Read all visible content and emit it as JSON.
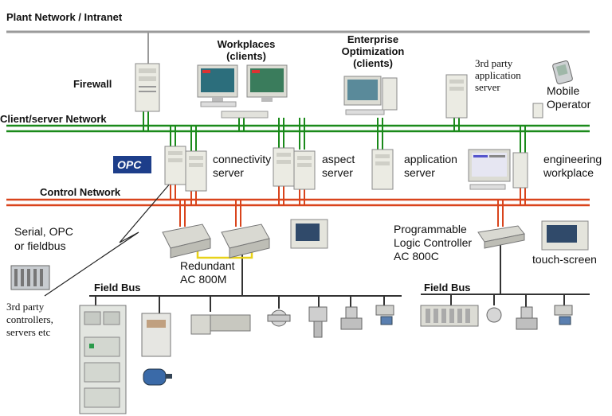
{
  "labels": {
    "plant_network": "Plant Network / Intranet",
    "firewall": "Firewall",
    "workplaces": [
      "Workplaces",
      "(clients)"
    ],
    "enterprise": [
      "Enterprise",
      "Optimization",
      "(clients)"
    ],
    "third_party_app": [
      "3rd party",
      "application",
      "server"
    ],
    "mobile_operator": [
      "Mobile",
      "Operator"
    ],
    "client_server_network": "Client/server  Network",
    "opc_logo": "OPC",
    "connectivity_server": [
      "connectivity",
      "server"
    ],
    "aspect_server": [
      "aspect",
      "server"
    ],
    "application_server": [
      "application",
      "server"
    ],
    "engineering_workplace": [
      "engineering",
      "workplace"
    ],
    "control_network": "Control Network",
    "serial_opc": [
      "Serial, OPC",
      "or fieldbus"
    ],
    "plc": [
      "Programmable",
      "Logic Controller",
      "AC 800C"
    ],
    "redundant": [
      "Redundant",
      "AC 800M"
    ],
    "touch_screen": "touch-screen",
    "third_party_controllers": [
      "3rd party",
      "controllers,",
      "servers etc"
    ],
    "field_bus_left": "Field Bus",
    "field_bus_right": "Field Bus"
  },
  "colors": {
    "plant_line": "#9a9a9a",
    "client_server_line": "#1a8a1a",
    "control_line": "#d9441c",
    "field_bus_line": "#333333",
    "redundancy_link": "#e8d21a"
  }
}
